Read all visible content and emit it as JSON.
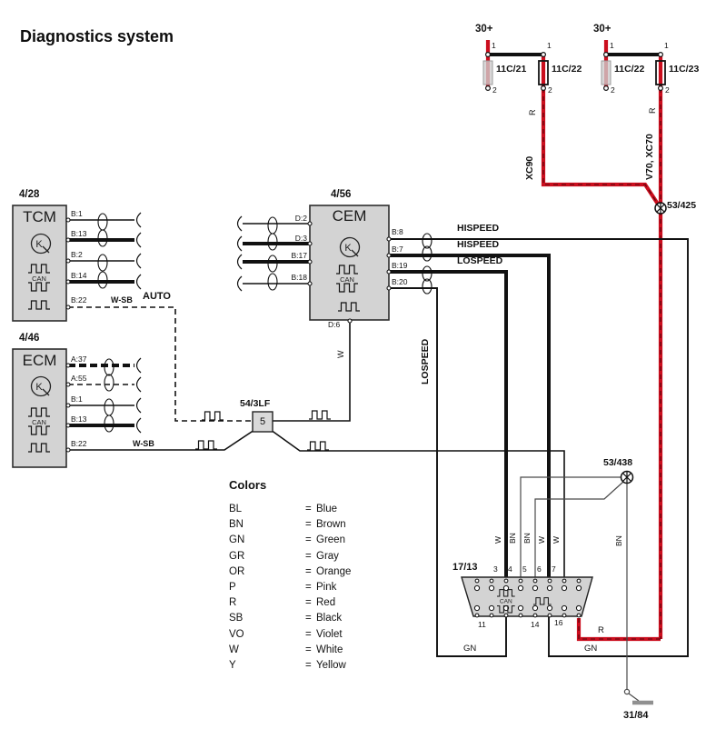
{
  "title": "Diagnostics system",
  "power": {
    "left": "30+",
    "right": "30+",
    "t1": "1",
    "t2": "2"
  },
  "fuses": [
    {
      "id": "11C/21"
    },
    {
      "id": "11C/22"
    },
    {
      "id": "11C/22"
    },
    {
      "id": "11C/23"
    }
  ],
  "junctions": {
    "j425": "53/425",
    "j438": "53/438"
  },
  "labels": {
    "r_left": "R",
    "r_right": "R",
    "r_bottom": "R",
    "xc90": "XC90",
    "v70xc70": "V70, XC70",
    "hispeed_b8": "HISPEED",
    "hispeed_b7": "HISPEED",
    "lospeed_b19": "LOSPEED",
    "lospeed_vert": "LOSPEED",
    "wsb_tcm": "W-SB",
    "auto": "AUTO",
    "wsb_ecm": "W-SB",
    "w_d6": "W",
    "pin3_color": "W",
    "pin4_color": "BN",
    "pin5_color": "BN",
    "pin6_color": "W",
    "pin7_color": "W",
    "bn_ground": "BN",
    "gn_left": "GN",
    "gn_right": "GN",
    "ground_id": "31/84"
  },
  "symbols": {
    "k": "K"
  },
  "modules": {
    "tcm": {
      "id": "4/28",
      "name": "TCM",
      "can": "CAN",
      "pins": [
        "B:1",
        "B:13",
        "B:2",
        "B:14",
        "B:22"
      ]
    },
    "ecm": {
      "id": "4/46",
      "name": "ECM",
      "can": "CAN",
      "pins": [
        "A:37",
        "A:55",
        "B:1",
        "B:13",
        "B:22"
      ]
    },
    "cem": {
      "id": "4/56",
      "name": "CEM",
      "can": "CAN",
      "left_pins": [
        "D:2",
        "D:3",
        "B:17",
        "B:18"
      ],
      "right_pins": [
        "B:8",
        "B:7",
        "B:19",
        "B:20"
      ],
      "bottom_pin": "D:6"
    }
  },
  "splice": {
    "id": "54/3LF",
    "num": "5"
  },
  "connector": {
    "id": "17/13",
    "can": "CAN",
    "top_pins": [
      "3",
      "4",
      "5",
      "6",
      "7"
    ],
    "bottom_pins": [
      "11",
      "14",
      "16"
    ]
  },
  "legend": {
    "title": "Colors",
    "equals": "=",
    "entries": [
      {
        "code": "BL",
        "name": "Blue"
      },
      {
        "code": "BN",
        "name": "Brown"
      },
      {
        "code": "GN",
        "name": "Green"
      },
      {
        "code": "GR",
        "name": "Gray"
      },
      {
        "code": "OR",
        "name": "Orange"
      },
      {
        "code": "P",
        "name": "Pink"
      },
      {
        "code": "R",
        "name": "Red"
      },
      {
        "code": "SB",
        "name": "Black"
      },
      {
        "code": "VO",
        "name": "Violet"
      },
      {
        "code": "W",
        "name": "White"
      },
      {
        "code": "Y",
        "name": "Yellow"
      }
    ]
  },
  "colors": {
    "wire_red": "#cb0e1e",
    "wire_black": "#111111",
    "module_fill": "#d3d3d3",
    "gray_wire": "#4a4a4a"
  }
}
